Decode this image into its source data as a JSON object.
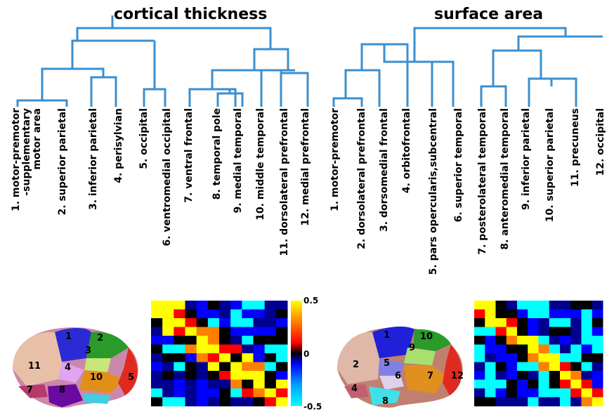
{
  "panels": [
    {
      "title": "cortical thickness",
      "leaves": [
        "1. motor-premotor\n-supplementary\nmotor area",
        "2. superior parietal",
        "3. inferior parietal",
        "4. perisylvian",
        "5. occipital",
        "6. ventromedial occipital",
        "7. ventral frontal",
        "8. temporal pole",
        "9. medial temporal",
        "10. middle temporal",
        "11. dorsolateral prefrontal",
        "12. medial prefrontal"
      ],
      "brain_labels": [
        "1",
        "2",
        "3",
        "4",
        "10",
        "11",
        "7",
        "8",
        "5"
      ],
      "colorbar": {
        "max": "0.5",
        "mid": "0",
        "min": "-0.5"
      }
    },
    {
      "title": "surface area",
      "leaves": [
        "1. motor-premotor",
        "2. dorsolateral prefrontal",
        "3. dorsomedial frontal",
        "4. orbitofrontal",
        "5. pars opercularis,subcentral",
        "6. superior temporal",
        "7. posterolateral temporal",
        "8. anteromedial temporal",
        "9. inferior parietal",
        "10. superior parietal",
        "11. precuneus",
        "12. occipital"
      ],
      "brain_labels": [
        "1",
        "10",
        "9",
        "2",
        "5",
        "6",
        "7",
        "12",
        "4",
        "8"
      ]
    }
  ],
  "colors": {
    "dendrogram": "#3a8fd0",
    "scale": [
      "#00008f",
      "#0000ff",
      "#00ffff",
      "#000000",
      "#ff0000",
      "#ff8000",
      "#ffff00"
    ]
  }
}
